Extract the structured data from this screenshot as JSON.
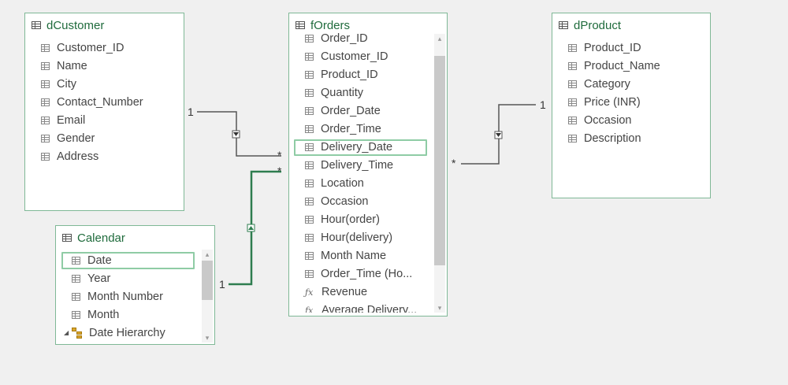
{
  "tables": {
    "dCustomer": {
      "title": "dCustomer",
      "fields": [
        "Customer_ID",
        "Name",
        "City",
        "Contact_Number",
        "Email",
        "Gender",
        "Address"
      ]
    },
    "fOrders": {
      "title": "fOrders",
      "fields": [
        "Order_ID",
        "Customer_ID",
        "Product_ID",
        "Quantity",
        "Order_Date",
        "Order_Time",
        "Delivery_Date",
        "Delivery_Time",
        "Location",
        "Occasion",
        "Hour(order)",
        "Hour(delivery)",
        "Month Name",
        "Order_Time (Ho...",
        "Revenue",
        "Average Delivery..."
      ],
      "measures": [
        "Revenue",
        "Average Delivery..."
      ],
      "selected_field": "Delivery_Date",
      "fx_icon": "ƒx"
    },
    "dProduct": {
      "title": "dProduct",
      "fields": [
        "Product_ID",
        "Product_Name",
        "Category",
        "Price (INR)",
        "Occasion",
        "Description"
      ]
    },
    "Calendar": {
      "title": "Calendar",
      "fields": [
        "Date",
        "Year",
        "Month Number",
        "Month",
        "Date Hierarchy"
      ],
      "selected_field": "Date"
    }
  },
  "relationships": [
    {
      "from_table": "dCustomer",
      "to_table": "fOrders",
      "from_card": "1",
      "to_card": "*"
    },
    {
      "from_table": "Calendar",
      "to_table": "fOrders",
      "from_card": "1",
      "to_card": "*"
    },
    {
      "from_table": "dProduct",
      "to_table": "fOrders",
      "from_card": "1",
      "to_card": "*"
    }
  ],
  "icons": {
    "scroll_up": "▴",
    "scroll_down": "▾",
    "expand": "◢"
  },
  "colors": {
    "card_border": "#7fb896",
    "title": "#1f6b3c",
    "selected_outline": "#8fcca5",
    "active_relationship": "#2e7d4f",
    "relationship": "#555555"
  }
}
